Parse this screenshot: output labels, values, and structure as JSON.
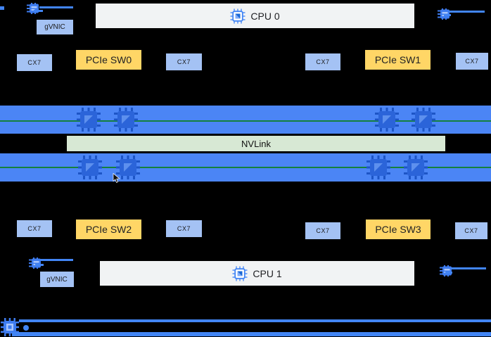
{
  "diagram": {
    "cpu_top": {
      "label": "CPU 0"
    },
    "cpu_bottom": {
      "label": "CPU 1"
    },
    "nvlink": {
      "label": "NVLink"
    },
    "gvnic_top": {
      "label": "gVNIC"
    },
    "gvnic_bottom": {
      "label": "gVNIC"
    },
    "io_row_top": [
      {
        "kind": "nic",
        "label": "CX7"
      },
      {
        "kind": "pcie-switch",
        "label": "PCIe SW0"
      },
      {
        "kind": "nic",
        "label": "CX7"
      },
      {
        "kind": "nic",
        "label": "CX7"
      },
      {
        "kind": "pcie-switch",
        "label": "PCIe SW1"
      },
      {
        "kind": "nic",
        "label": "CX7"
      }
    ],
    "io_row_bottom": [
      {
        "kind": "nic",
        "label": "CX7"
      },
      {
        "kind": "pcie-switch",
        "label": "PCIe SW2"
      },
      {
        "kind": "nic",
        "label": "CX7"
      },
      {
        "kind": "nic",
        "label": "CX7"
      },
      {
        "kind": "pcie-switch",
        "label": "PCIe SW3"
      },
      {
        "kind": "nic",
        "label": "CX7"
      }
    ],
    "gpu_bands": {
      "top_gpu_icon_count": 4,
      "bottom_gpu_icon_count": 4
    },
    "icons": {
      "cpu": "cpu-chip-icon",
      "gpu": "gpu-chip-icon",
      "nic": "nic-link-icon",
      "rail": "network-chip-icon",
      "cursor": "mouse-cursor-icon"
    },
    "colors": {
      "background": "#000000",
      "gpu_band_blue": "#4b85f5",
      "link_blue": "#4285f4",
      "gpu_chip_blue": "#2b64d9",
      "nvlink_fill_green": "#d7e8d4",
      "nvlink_rail_green": "#15803d",
      "nic_box_blue": "#a4c2f4",
      "pcie_switch_yellow": "#ffd666",
      "cpu_box_gray": "#f1f3f4"
    }
  }
}
